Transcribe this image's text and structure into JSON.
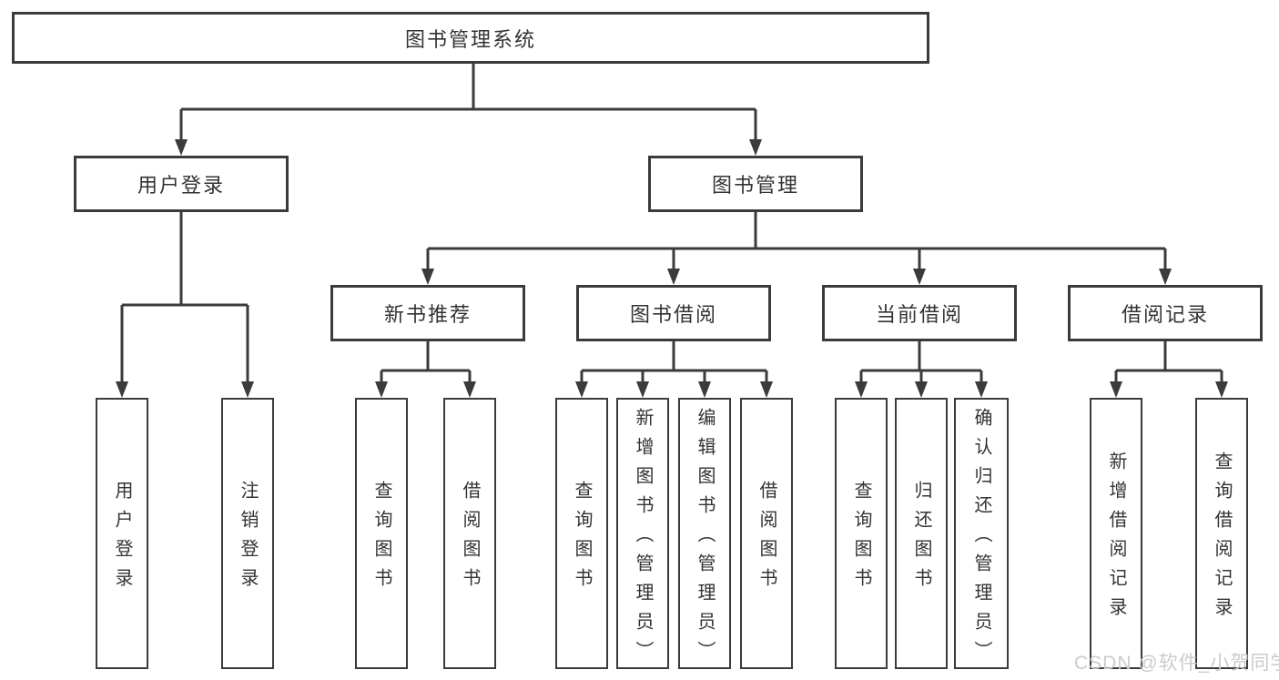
{
  "diagram": {
    "root": "图书管理系统",
    "branches": {
      "user": {
        "label": "用户登录",
        "children": [
          "用户登录",
          "注销登录"
        ]
      },
      "mgmt": {
        "label": "图书管理",
        "children": {
          "recommend": {
            "label": "新书推荐",
            "children": [
              "查询图书",
              "借阅图书"
            ]
          },
          "borrow": {
            "label": "图书借阅",
            "children": [
              "查询图书",
              "新增图书（管理员）",
              "编辑图书（管理员）",
              "借阅图书"
            ]
          },
          "current": {
            "label": "当前借阅",
            "children": [
              "查询图书",
              "归还图书",
              "确认归还（管理员）"
            ]
          },
          "records": {
            "label": "借阅记录",
            "children": [
              "新增借阅记录",
              "查询借阅记录"
            ]
          }
        }
      }
    },
    "watermark": "CSDN @软件_小贺同学",
    "colors": {
      "line": "#3b3b3b",
      "text": "#333333",
      "watermark": "#cbcbcb",
      "background": "#ffffff"
    }
  }
}
